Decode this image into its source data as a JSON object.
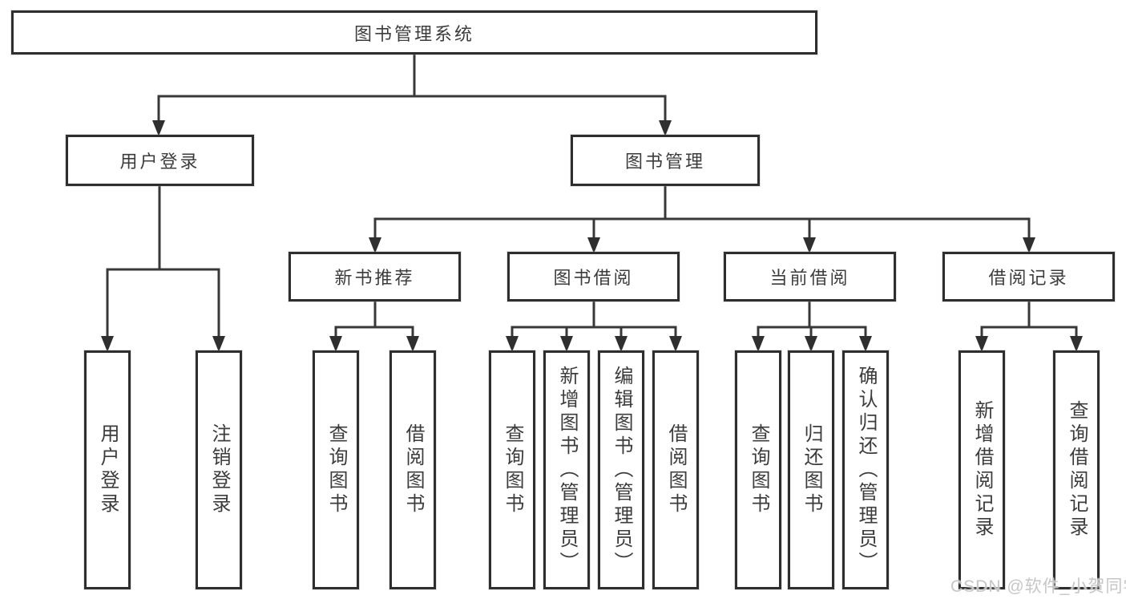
{
  "diagram": {
    "title": "图书管理系统",
    "root": {
      "label": "图书管理系统"
    },
    "branches": {
      "user_login": {
        "label": "用户登录",
        "children": {
          "login": {
            "label": "用户登录"
          },
          "logout": {
            "label": "注销登录"
          }
        }
      },
      "book_management": {
        "label": "图书管理",
        "children": {
          "new_book_recommend": {
            "label": "新书推荐",
            "children": {
              "query_book": {
                "label": "查询图书"
              },
              "borrow_book": {
                "label": "借阅图书"
              }
            }
          },
          "book_borrow": {
            "label": "图书借阅",
            "children": {
              "query_book": {
                "label": "查询图书"
              },
              "add_book": {
                "label": "新增图书（管理员）"
              },
              "edit_book": {
                "label": "编辑图书（管理员）"
              },
              "borrow_book": {
                "label": "借阅图书"
              }
            }
          },
          "current_borrow": {
            "label": "当前借阅",
            "children": {
              "query_book": {
                "label": "查询图书"
              },
              "return_book": {
                "label": "归还图书"
              },
              "confirm_return": {
                "label": "确认归还（管理员）"
              }
            }
          },
          "borrow_records": {
            "label": "借阅记录",
            "children": {
              "add_record": {
                "label": "新增借阅记录"
              },
              "query_record": {
                "label": "查询借阅记录"
              }
            }
          }
        }
      }
    }
  },
  "watermark": {
    "text": "CSDN @软件_小贺同学"
  },
  "colors": {
    "border": "#2e2e2e",
    "line": "#383838",
    "text": "#3c3c3c",
    "background": "#ffffff",
    "watermark": "#c3c3c3"
  }
}
